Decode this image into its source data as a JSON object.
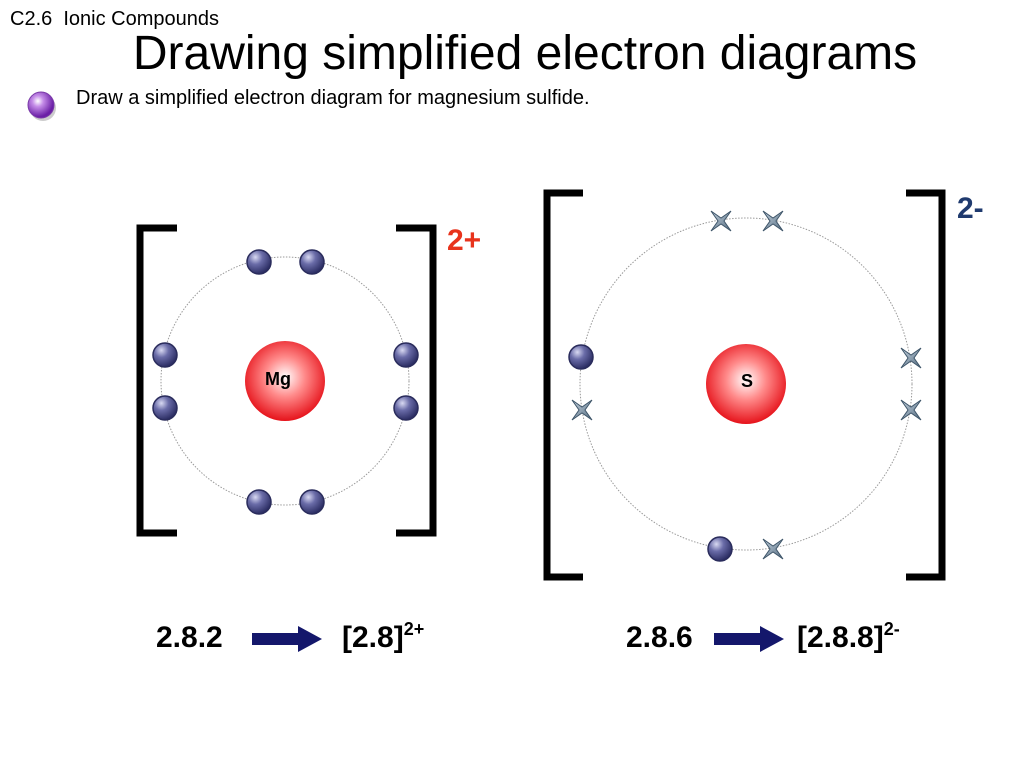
{
  "header": {
    "course_label": "C2.6  Ionic Compounds",
    "title": "Drawing simplified electron diagrams",
    "prompt": "Draw a simplified electron diagram for magnesium sulfide."
  },
  "ions": [
    {
      "symbol": "Mg",
      "charge": "2+",
      "charge_color": "#e8331c",
      "configuration_before": "2.8.2",
      "configuration_after": "[2.8]",
      "after_superscript": "2+"
    },
    {
      "symbol": "S",
      "charge": "2-",
      "charge_color": "#1f3a6e",
      "configuration_before": "2.8.6",
      "configuration_after": "[2.8.8]",
      "after_superscript": "2-"
    }
  ],
  "colors": {
    "nucleus": "#f0131b",
    "electron_dot": "#3b3d7a",
    "electron_cross": "#6b8399",
    "arrow": "#14176b",
    "bracket": "#000000"
  }
}
